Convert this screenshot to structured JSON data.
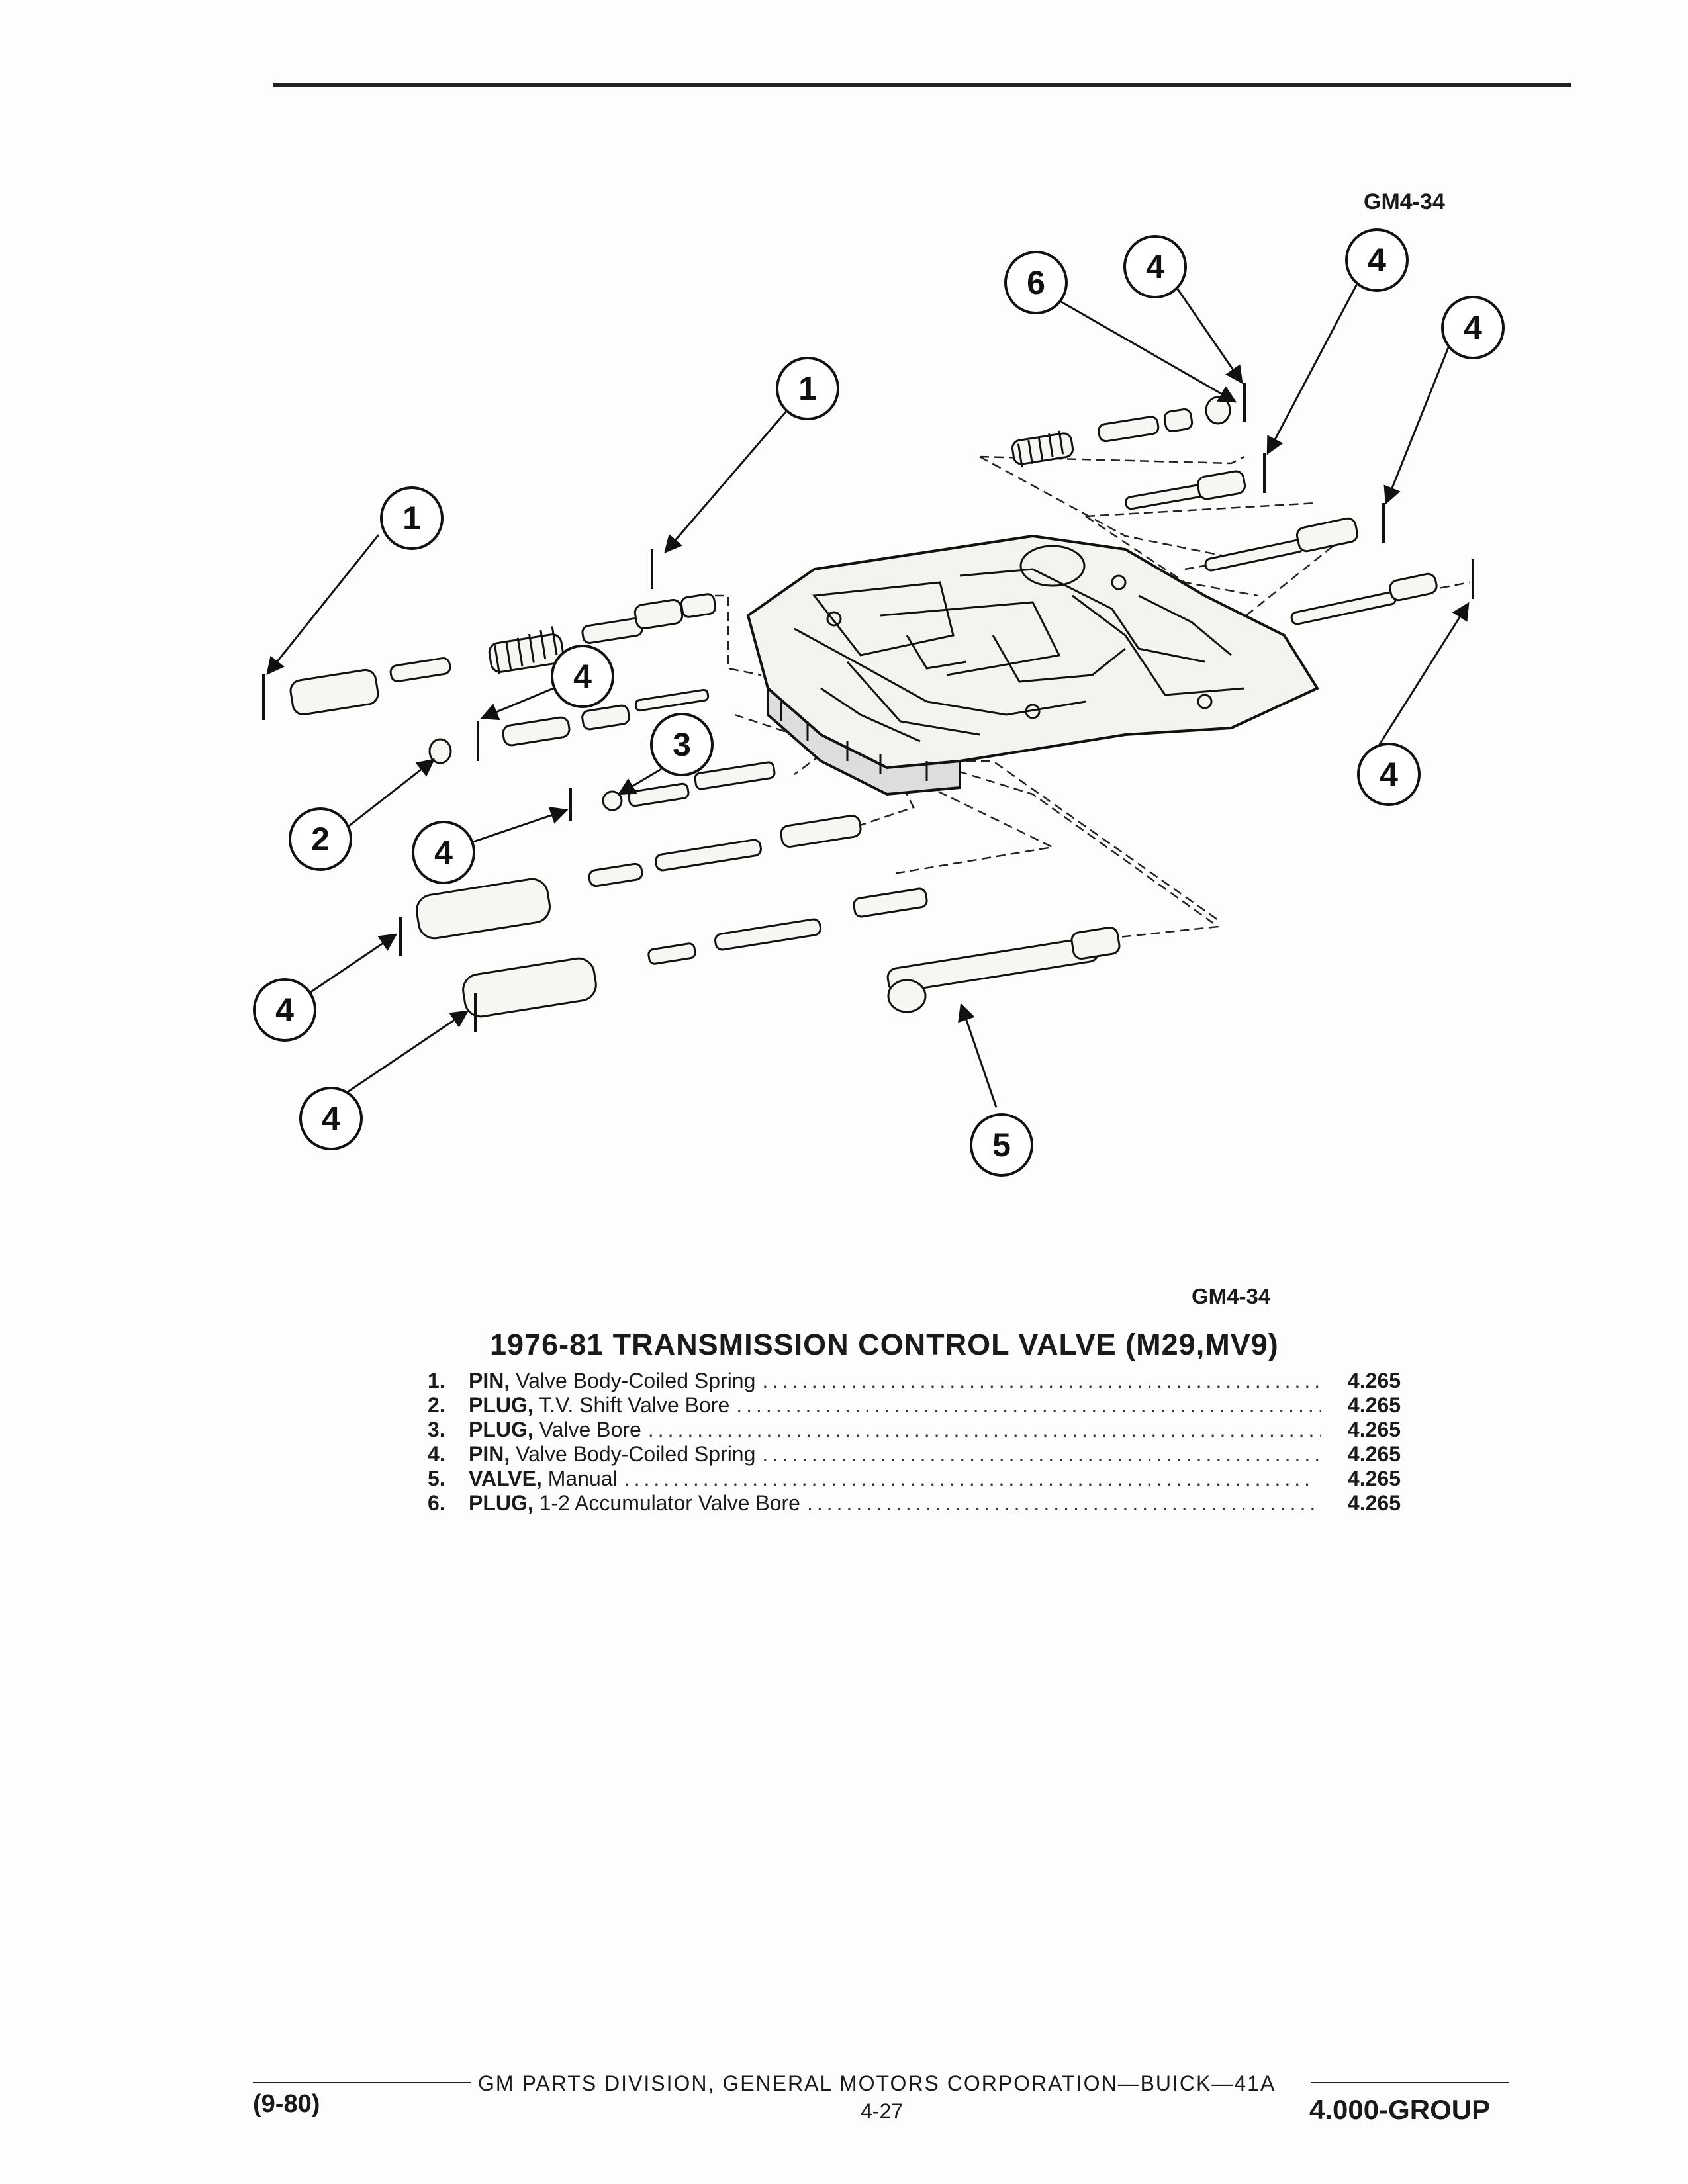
{
  "figure": {
    "id_top": "GM4-34",
    "id_bottom": "GM4-34",
    "callouts": [
      {
        "label": "1"
      },
      {
        "label": "1"
      },
      {
        "label": "2"
      },
      {
        "label": "3"
      },
      {
        "label": "4"
      },
      {
        "label": "4"
      },
      {
        "label": "4"
      },
      {
        "label": "4"
      },
      {
        "label": "4"
      },
      {
        "label": "4"
      },
      {
        "label": "4"
      },
      {
        "label": "4"
      },
      {
        "label": "5"
      },
      {
        "label": "6"
      }
    ]
  },
  "title": "1976-81 TRANSMISSION CONTROL VALVE (M29,MV9)",
  "parts": [
    {
      "num": "1.",
      "name": "PIN,",
      "desc": " Valve Body-Coiled Spring",
      "ref": "4.265"
    },
    {
      "num": "2.",
      "name": "PLUG,",
      "desc": " T.V. Shift Valve Bore",
      "ref": "4.265"
    },
    {
      "num": "3.",
      "name": "PLUG,",
      "desc": " Valve Bore",
      "ref": "4.265"
    },
    {
      "num": "4.",
      "name": "PIN,",
      "desc": " Valve Body-Coiled Spring",
      "ref": "4.265"
    },
    {
      "num": "5.",
      "name": "VALVE,",
      "desc": " Manual",
      "ref": "4.265"
    },
    {
      "num": "6.",
      "name": "PLUG,",
      "desc": " 1-2 Accumulator Valve Bore",
      "ref": "4.265"
    }
  ],
  "footer": {
    "corporation": "GM PARTS DIVISION, GENERAL MOTORS CORPORATION—BUICK—41A",
    "date": "(9-80)",
    "page": "4-27",
    "group": "4.000-GROUP"
  }
}
